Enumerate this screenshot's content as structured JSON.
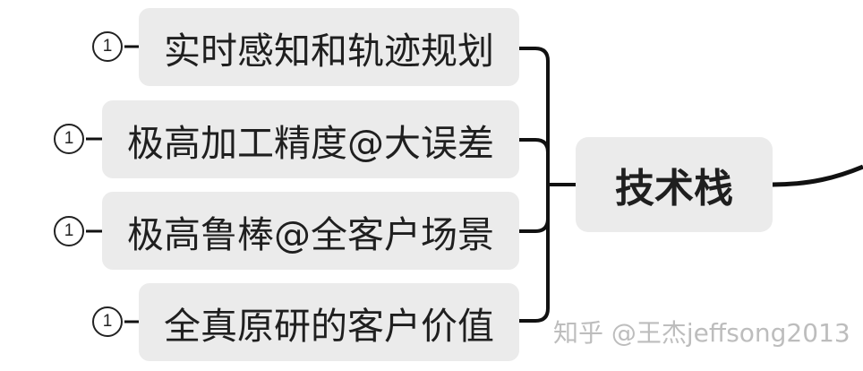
{
  "central_topic": "技术栈",
  "branches": [
    {
      "label": "实时感知和轨迹规划",
      "marker": "1"
    },
    {
      "label": "极高加工精度@大误差",
      "marker": "1"
    },
    {
      "label": "极高鲁棒@全客户场景",
      "marker": "1"
    },
    {
      "label": "全真原研的客户价值",
      "marker": "1"
    }
  ],
  "watermark": "知乎 @王杰jeffsong2013"
}
